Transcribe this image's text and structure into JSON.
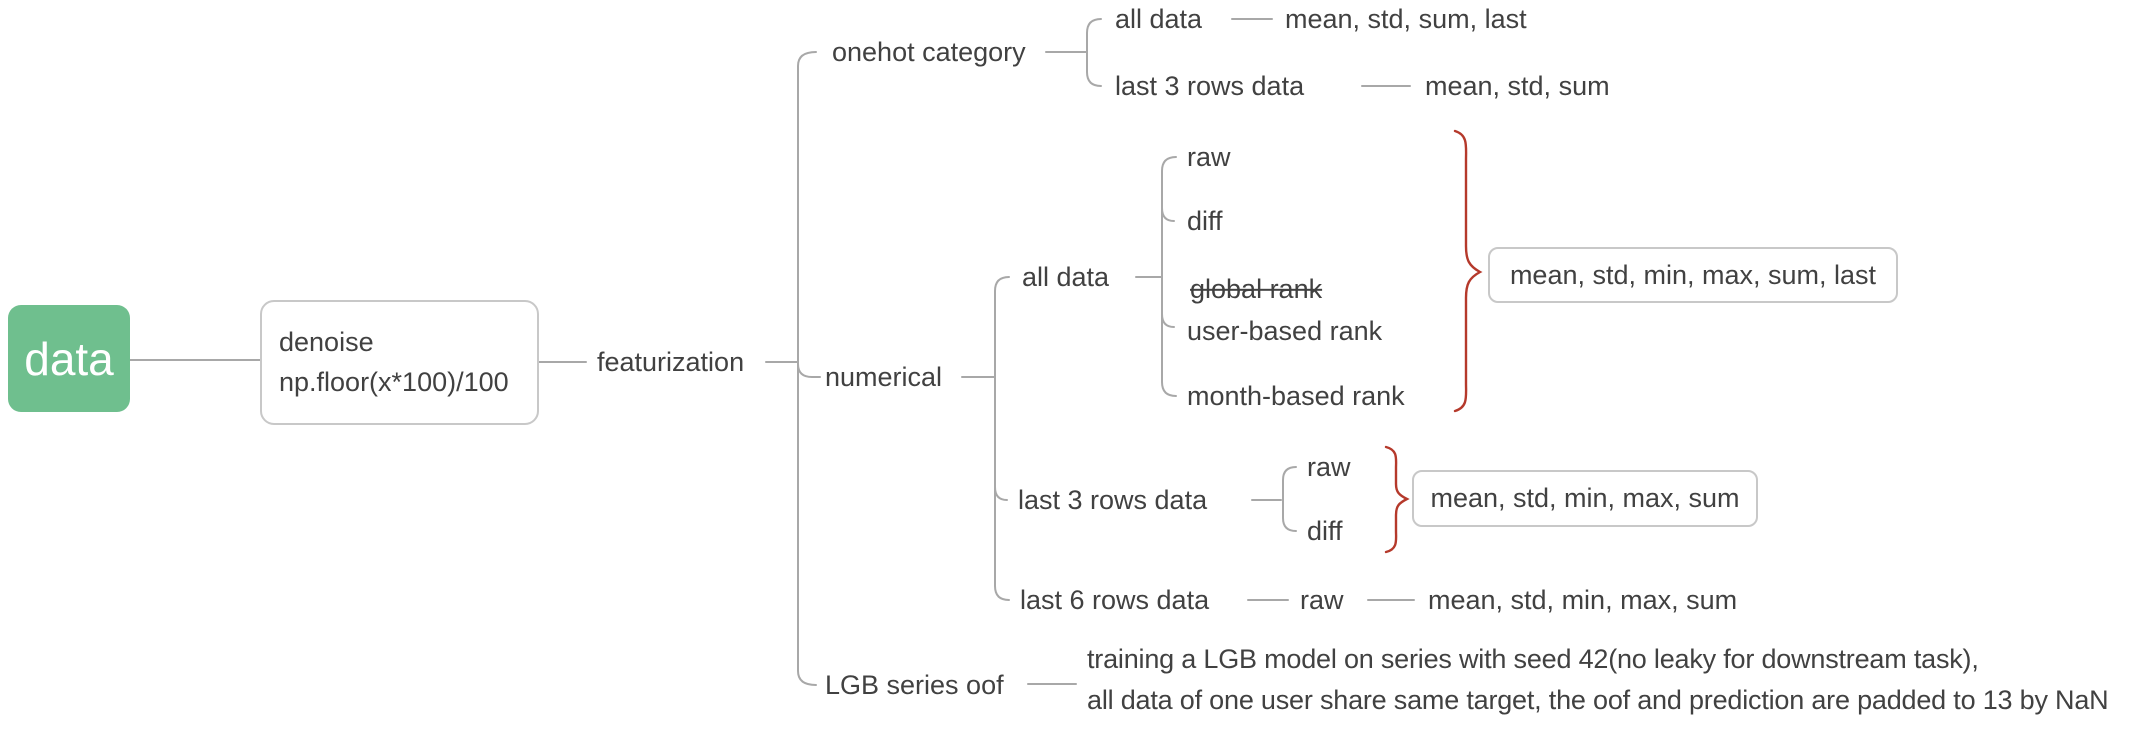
{
  "root": {
    "label": "data"
  },
  "denoise": {
    "line1": "denoise",
    "line2": "np.floor(x*100)/100"
  },
  "featurization": {
    "label": "featurization"
  },
  "branches": {
    "onehot": {
      "label": "onehot category",
      "children": [
        {
          "label": "all data",
          "leaf": "mean, std, sum, last"
        },
        {
          "label": "last 3 rows data",
          "leaf": "mean, std, sum"
        }
      ]
    },
    "numerical": {
      "label": "numerical",
      "all_data": {
        "label": "all data",
        "children": [
          {
            "label": "raw",
            "strikethrough": false
          },
          {
            "label": "diff",
            "strikethrough": false
          },
          {
            "label": "global rank",
            "strikethrough": true
          },
          {
            "label": "user-based rank",
            "strikethrough": false
          },
          {
            "label": "month-based rank",
            "strikethrough": false
          }
        ],
        "leaf_box": "mean, std, min, max, sum, last"
      },
      "last3": {
        "label": "last 3 rows data",
        "children": [
          {
            "label": "raw"
          },
          {
            "label": "diff"
          }
        ],
        "leaf_box": "mean, std, min, max, sum"
      },
      "last6": {
        "label": "last 6 rows data",
        "child": "raw",
        "leaf": "mean, std, min, max, sum"
      }
    },
    "lgb": {
      "label": "LGB series oof",
      "note_line1": "training a LGB model on series with seed 42(no leaky for downstream task),",
      "note_line2": "all data of one user share same target, the oof and prediction are padded to 13 by NaN"
    }
  },
  "colors": {
    "root_green": "#6fbf8e",
    "brace_red": "#b5392b",
    "line_gray": "#a8a8a8",
    "text_gray": "#414141",
    "box_border": "#c8c8c8"
  }
}
